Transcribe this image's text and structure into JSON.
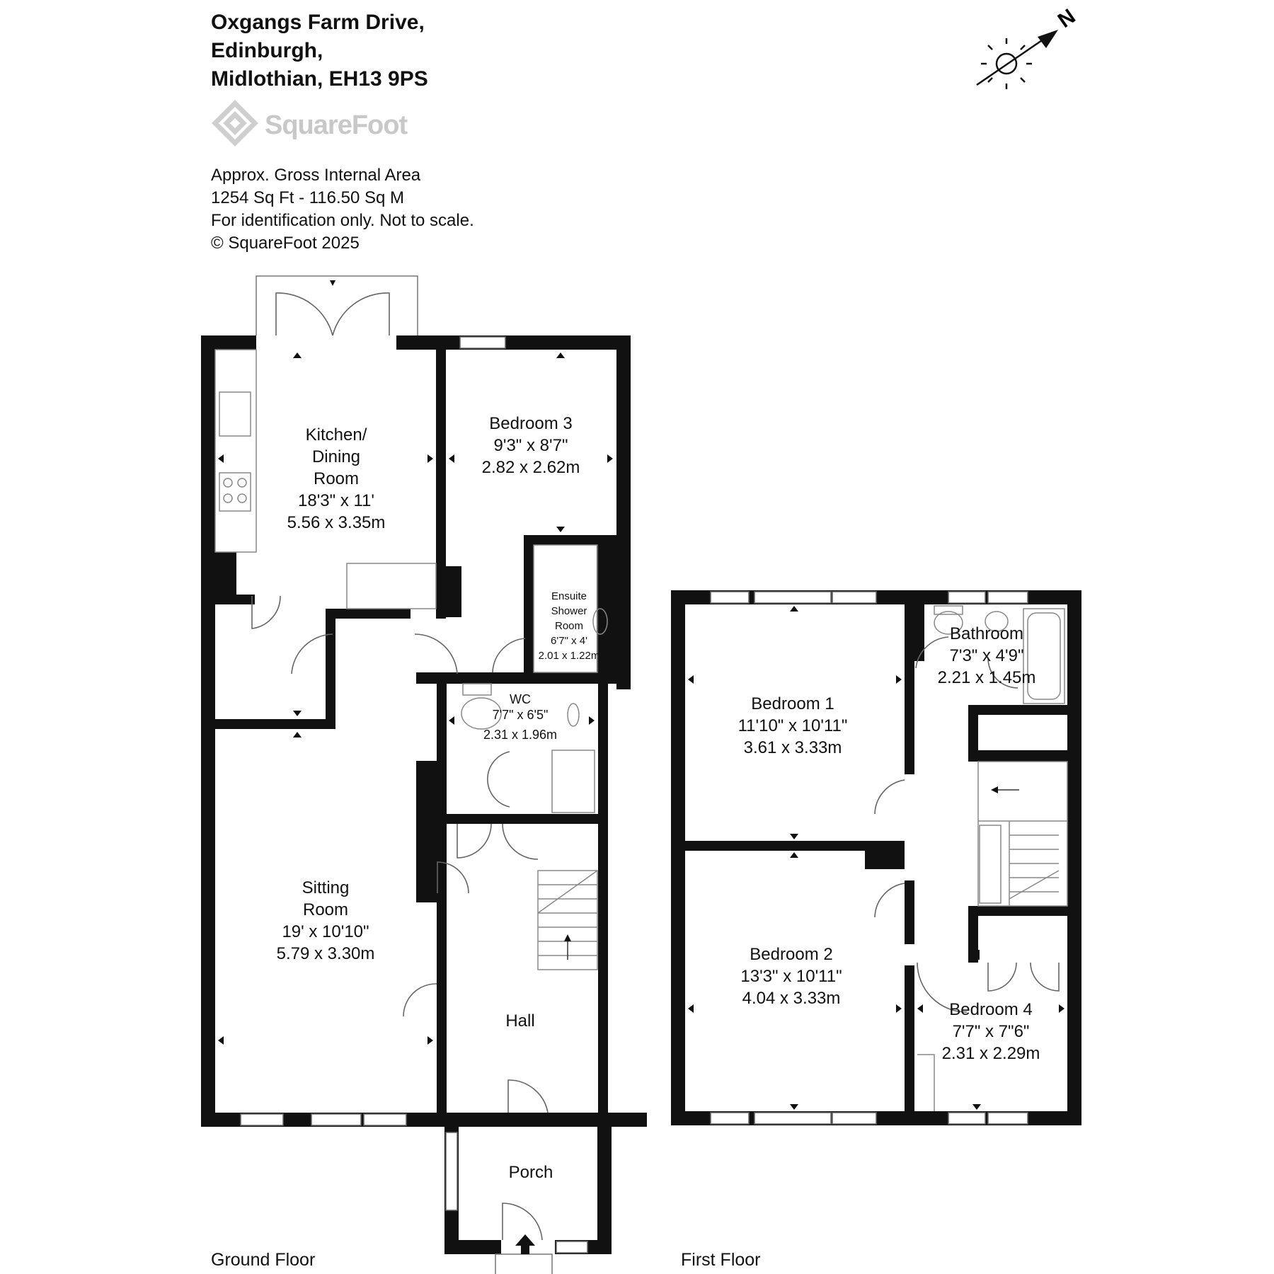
{
  "address": {
    "line1": "Oxgangs Farm Drive,",
    "line2": "Edinburgh,",
    "line3": "Midlothian, EH13 9PS"
  },
  "brand": {
    "name": "SquareFoot"
  },
  "info": {
    "line1": "Approx. Gross Internal Area",
    "line2": "1254 Sq Ft  -  116.50 Sq M",
    "line3": "For identification only. Not to scale.",
    "line4": "© SquareFoot 2025"
  },
  "compass": {
    "north": "N"
  },
  "floors": {
    "ground": "Ground Floor",
    "first": "First Floor"
  },
  "rooms": {
    "kitchen": {
      "name1": "Kitchen/",
      "name2": "Dining",
      "name3": "Room",
      "imperial": "18'3\" x 11'",
      "metric": "5.56 x 3.35m"
    },
    "bedroom3": {
      "name": "Bedroom 3",
      "imperial": "9'3\" x 8'7\"",
      "metric": "2.82 x 2.62m"
    },
    "ensuite": {
      "name1": "Ensuite",
      "name2": "Shower",
      "name3": "Room",
      "imperial": "6'7\" x 4'",
      "metric": "2.01 x 1.22m"
    },
    "wc": {
      "name": "WC",
      "imperial": "7'7\" x 6'5\"",
      "metric": "2.31 x 1.96m"
    },
    "sitting": {
      "name1": "Sitting",
      "name2": "Room",
      "imperial": "19' x 10'10\"",
      "metric": "5.79 x 3.30m"
    },
    "hall": {
      "name": "Hall"
    },
    "porch": {
      "name": "Porch"
    },
    "bedroom1": {
      "name": "Bedroom 1",
      "imperial": "11'10\" x 10'11\"",
      "metric": "3.61 x 3.33m"
    },
    "bedroom2": {
      "name": "Bedroom 2",
      "imperial": "13'3\" x 10'11\"",
      "metric": "4.04 x 3.33m"
    },
    "bathroom": {
      "name": "Bathroom",
      "imperial": "7'3\" x 4'9\"",
      "metric": "2.21 x 1.45m"
    },
    "bedroom4": {
      "name": "Bedroom 4",
      "imperial": "7'7\" x 7\"6\"",
      "metric": "2.31 x 2.29m"
    }
  }
}
